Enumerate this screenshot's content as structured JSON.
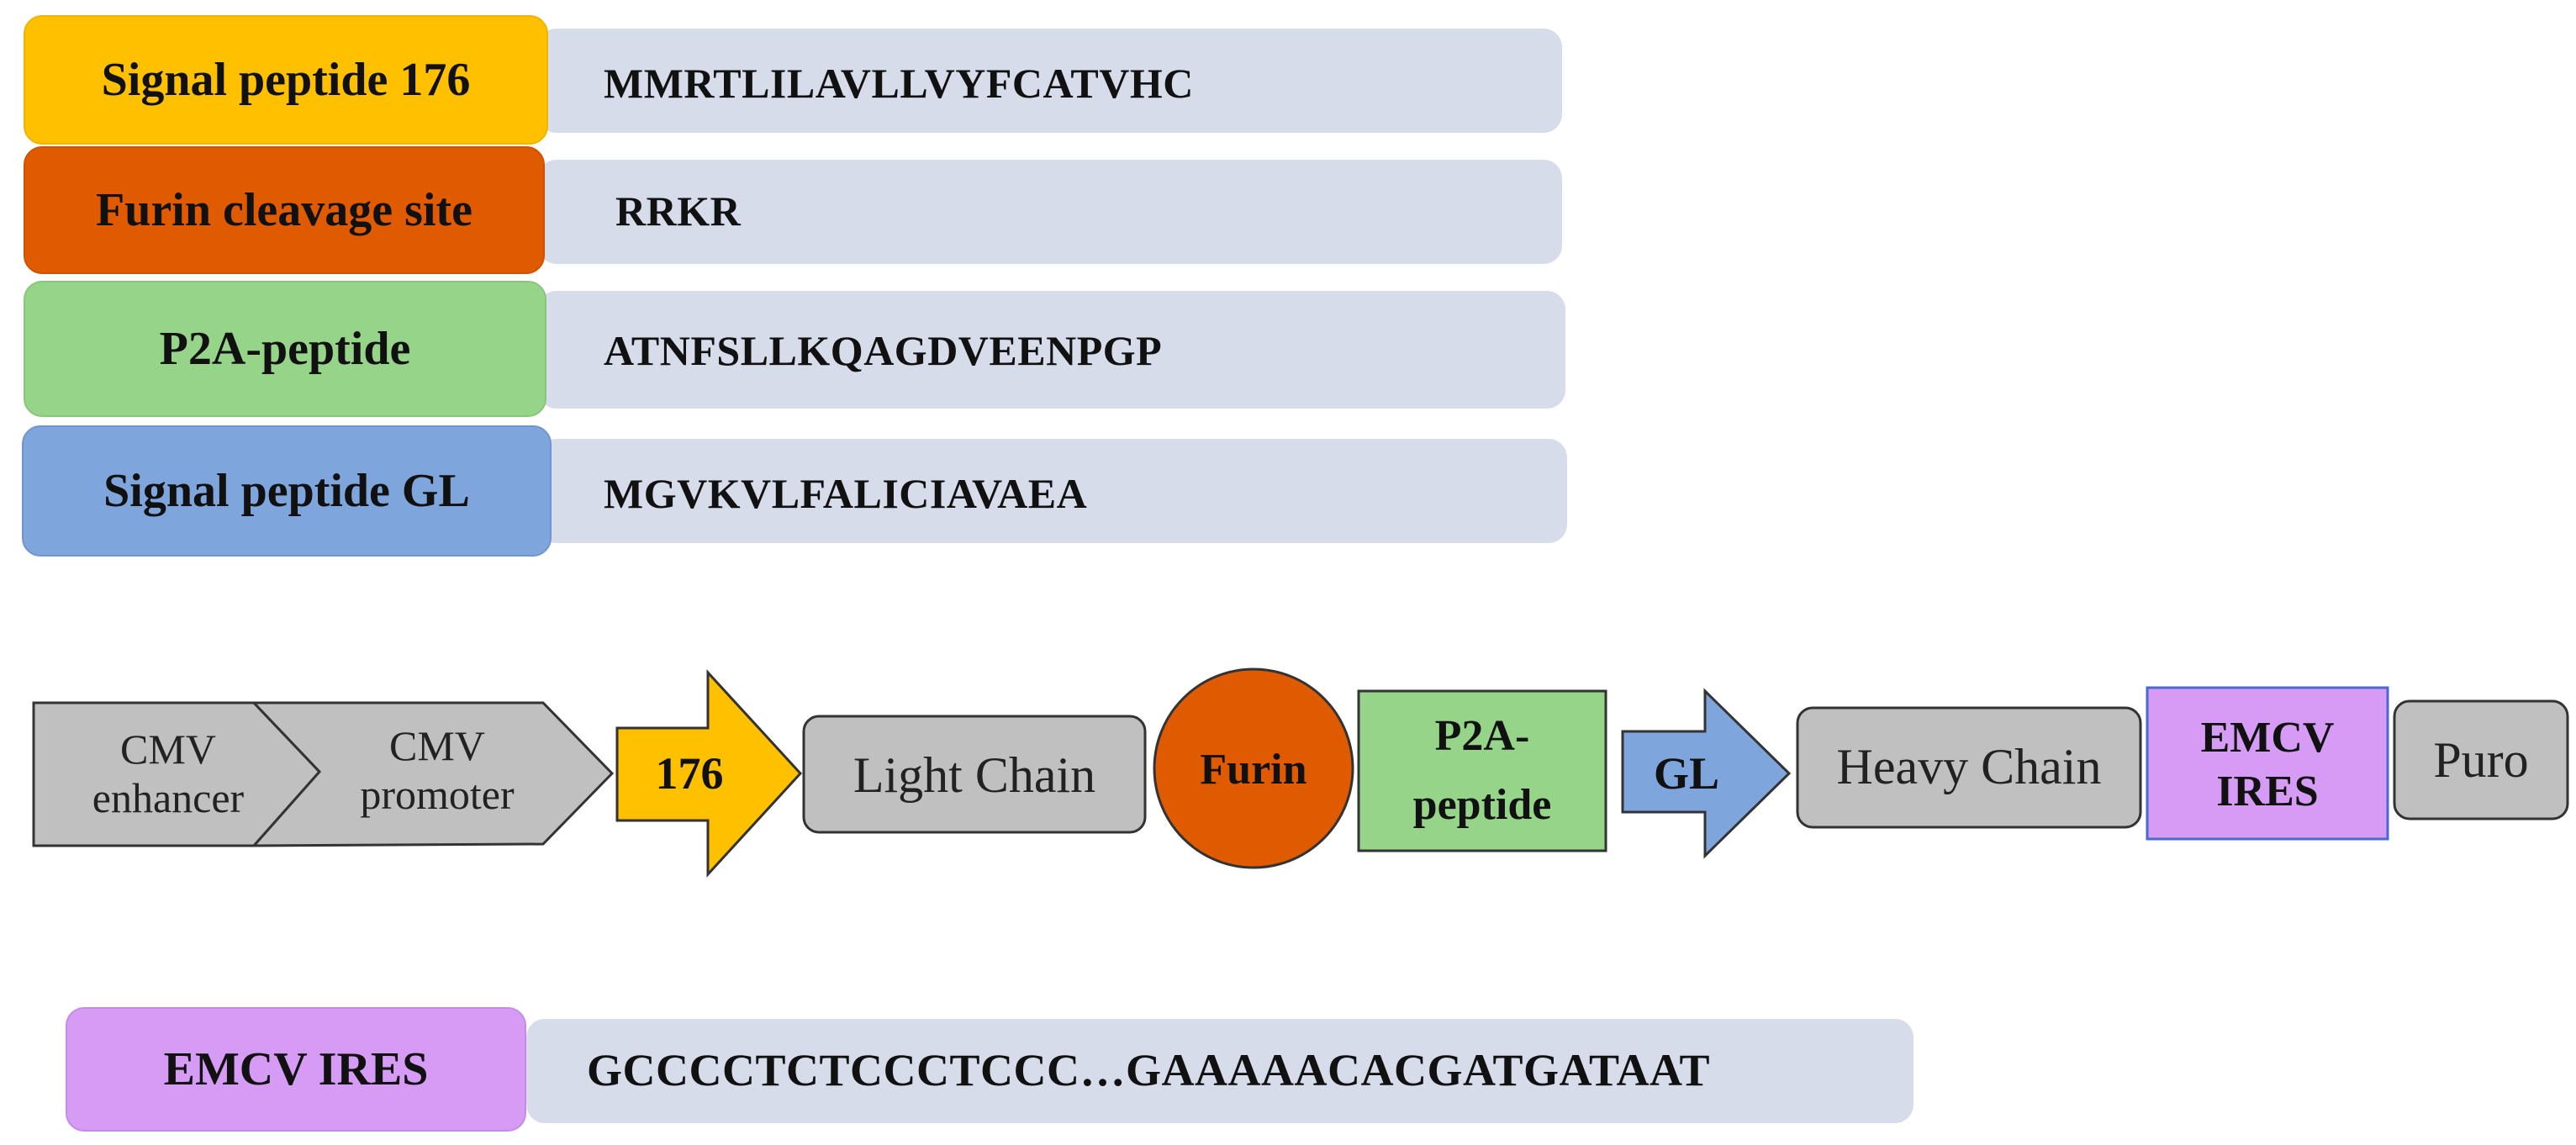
{
  "legend": [
    {
      "label": "Signal peptide 176",
      "sequence": "MMRTLILAVLLVYFCATVHC",
      "color": "#ffc000"
    },
    {
      "label": "Furin cleavage site",
      "sequence": "RRKR",
      "color": "#e05a00"
    },
    {
      "label": "P2A-peptide",
      "sequence": "ATNFSLLKQAGDVEENPGP",
      "color": "#96d48a"
    },
    {
      "label": "Signal peptide GL",
      "sequence": "MGVKVLFALICIAVAEA",
      "color": "#7fa6dc"
    }
  ],
  "construct": {
    "cmv_enhancer": [
      "CMV",
      "enhancer"
    ],
    "cmv_promoter": [
      "CMV",
      "promoter"
    ],
    "signal_176": "176",
    "light_chain": "Light Chain",
    "furin": "Furin",
    "p2a": [
      "P2A-",
      "peptide"
    ],
    "gl": "GL",
    "heavy_chain": "Heavy Chain",
    "emcv_ires": [
      "EMCV",
      "IRES"
    ],
    "puro": "Puro"
  },
  "ires_row": {
    "label": "EMCV IRES",
    "sequence": "GCCCCTCTCCCTCCC…GAAAAACACGATGATAAT",
    "color": "#d69bf5"
  },
  "colors": {
    "sequence_bar": "#d6dcea",
    "element_gray": "#c0c0c0",
    "yellow": "#ffc000",
    "orange": "#e05a00",
    "green": "#96d48a",
    "blue": "#7fa6dc",
    "purple": "#d69bf5"
  }
}
